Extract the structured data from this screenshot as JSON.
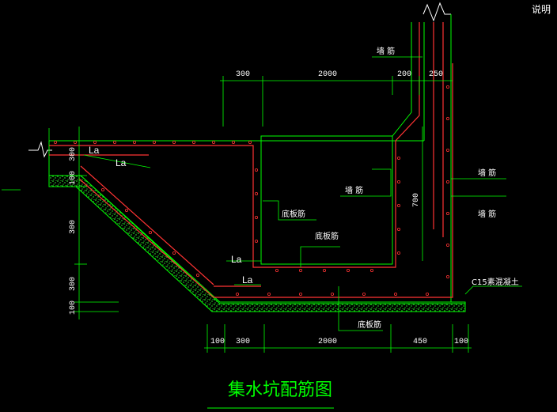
{
  "title": "集水坑配筋图",
  "corner_note": "说明",
  "colors": {
    "background": "#000000",
    "dimension": "#00ff00",
    "rebar": "#ff3333",
    "concrete_outline": "#00ff00",
    "text": "#ffffff"
  },
  "top_dimensions": [
    "300",
    "2000",
    "200",
    "250"
  ],
  "bottom_dimensions": [
    "100",
    "300",
    "2000",
    "450",
    "100"
  ],
  "left_dimensions": [
    "300",
    "100",
    "300",
    "300",
    "100"
  ],
  "right_dimension": "700",
  "labels": {
    "wall_rebar_top": "墙 筋",
    "wall_rebar_inner": "墙 筋",
    "wall_rebar_right1": "墙 筋",
    "wall_rebar_right2": "墙 筋",
    "bottom_rebar_1": "底板筋",
    "bottom_rebar_2": "底板筋",
    "bottom_rebar_3": "底板筋",
    "anchor_1": "La",
    "anchor_2": "La",
    "anchor_3": "La",
    "anchor_4": "La",
    "cushion": "C15素混凝土"
  }
}
